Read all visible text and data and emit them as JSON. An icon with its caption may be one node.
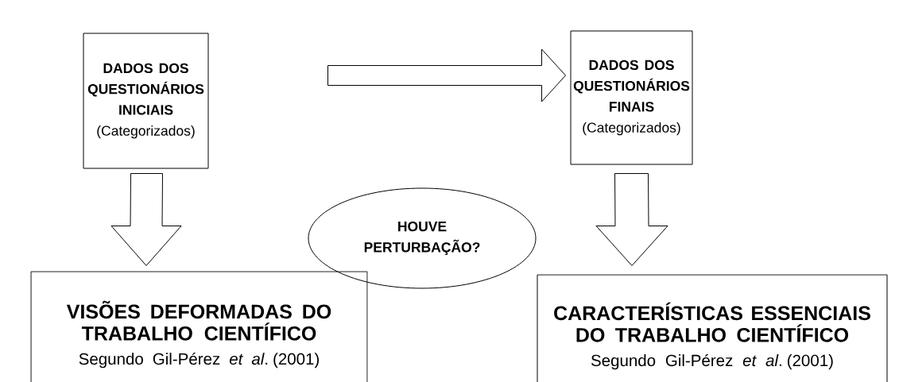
{
  "diagram": {
    "nodes": [
      {
        "text": [
          "DADOS DOS QUESTIONÁRIOS INICIAIS",
          "(Categorizados)"
        ]
      },
      {
        "text": [
          "DADOS DOS QUESTIONÁRIOS FINAIS",
          "(Categorizados)"
        ]
      },
      {
        "text": [
          "HOUVE PERTURBAÇÃO?"
        ]
      },
      {
        "text": [
          "VISÕES DEFORMADAS DO TRABALHO CIENTÍFICO",
          "Segundo Gil-Pérez *et al*. (2001)"
        ]
      },
      {
        "text": [
          "CARACTERÍSTICAS ESSENCIAIS DO TRABALHO CIENTÍFICO",
          "Segundo Gil-Pérez *et al*. (2001)"
        ]
      }
    ],
    "edges": [
      {
        "from": 0,
        "to": 1,
        "arrow": "to"
      },
      {
        "from": 0,
        "to": 3,
        "arrow": "to"
      },
      {
        "from": 1,
        "to": 4,
        "arrow": "to"
      }
    ]
  }
}
